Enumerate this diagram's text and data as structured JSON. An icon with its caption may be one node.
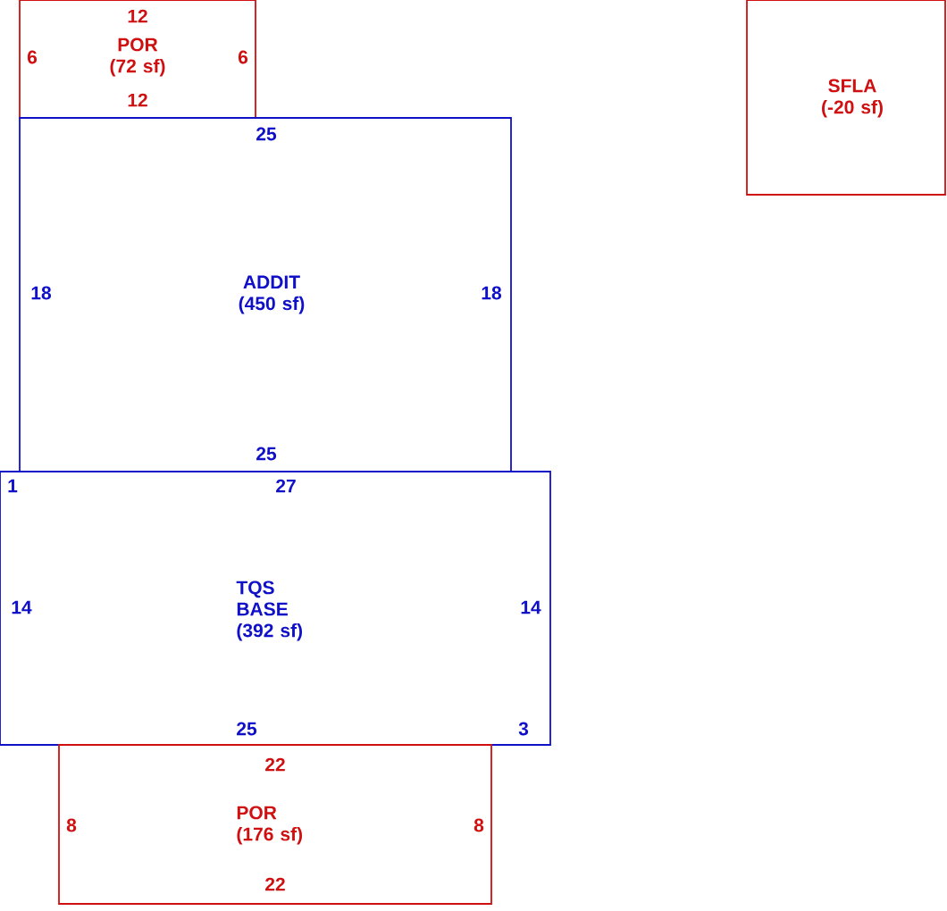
{
  "diagram": {
    "nodes": [
      {
        "text": [
          "12",
          "POR (72 sf)",
          "6",
          "6",
          "12"
        ]
      },
      {
        "text": [
          "SFLA (-20 sf)"
        ]
      },
      {
        "text": [
          "25",
          "ADDIT (450 sf)",
          "18",
          "18",
          "25"
        ]
      },
      {
        "text": [
          "1",
          "27",
          "TQS BASE (392 sf)",
          "14",
          "14",
          "25",
          "3"
        ]
      },
      {
        "text": [
          "22",
          "POR (176 sf)",
          "8",
          "8",
          "22"
        ]
      }
    ]
  }
}
